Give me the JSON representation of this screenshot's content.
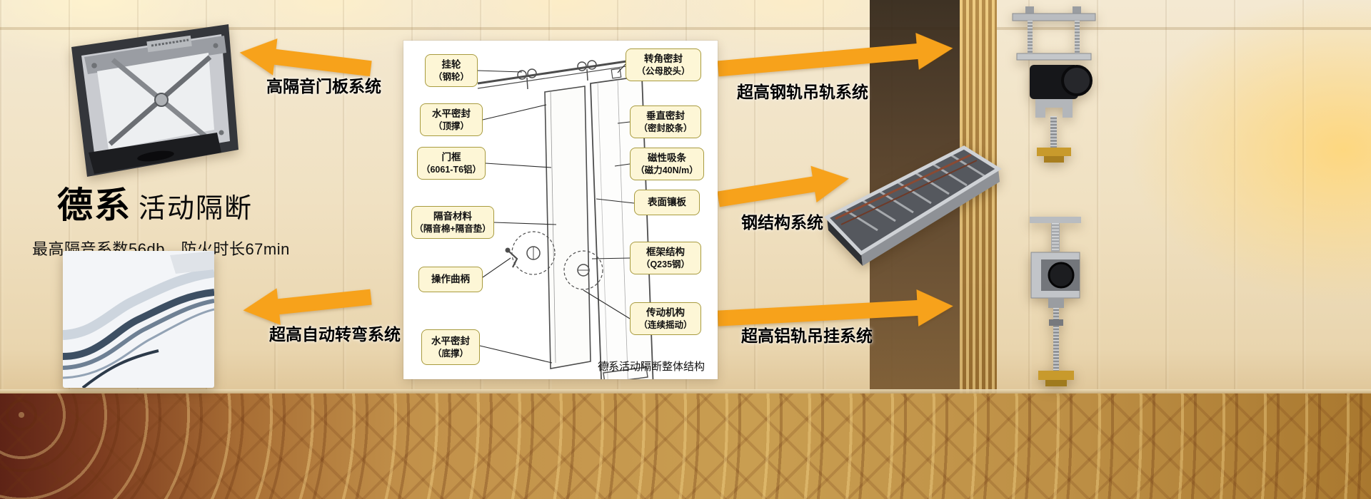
{
  "hero": {
    "brand": "德系",
    "product": "活动隔断",
    "subtitle": "最高隔音系数56db，防火时长67min"
  },
  "arrows": {
    "door_panel": {
      "label": "高隔音门板系统"
    },
    "auto_turn": {
      "label": "超高自动转弯系统"
    },
    "steel_rail": {
      "label": "超高钢轨吊轨系统"
    },
    "steel_structure": {
      "label": "钢结构系统"
    },
    "alu_rail": {
      "label": "超高铝轨吊挂系统"
    }
  },
  "diagram": {
    "caption": "德系活动隔断整体结构",
    "left_callouts": [
      {
        "line1": "挂轮",
        "line2": "（钢轮）"
      },
      {
        "line1": "水平密封",
        "line2": "（顶撑）"
      },
      {
        "line1": "门框",
        "line2": "（6061-T6铝）"
      },
      {
        "line1": "隔音材料",
        "line2": "（隔音棉+隔音垫）"
      },
      {
        "line1": "操作曲柄",
        "line2": ""
      },
      {
        "line1": "水平密封",
        "line2": "（底撑）"
      }
    ],
    "right_callouts": [
      {
        "line1": "转角密封",
        "line2": "（公母胶头）"
      },
      {
        "line1": "垂直密封",
        "line2": "（密封胶条）"
      },
      {
        "line1": "磁性吸条",
        "line2": "（磁力40N/m）"
      },
      {
        "line1": "表面镶板",
        "line2": ""
      },
      {
        "line1": "框架结构",
        "line2": "（Q235钢）"
      },
      {
        "line1": "传动机构",
        "line2": "（连续摇动）"
      }
    ]
  },
  "colors": {
    "arrow": "#F7A21B",
    "callout_bg": "#FDF6D6",
    "callout_border": "#A89B3F"
  }
}
